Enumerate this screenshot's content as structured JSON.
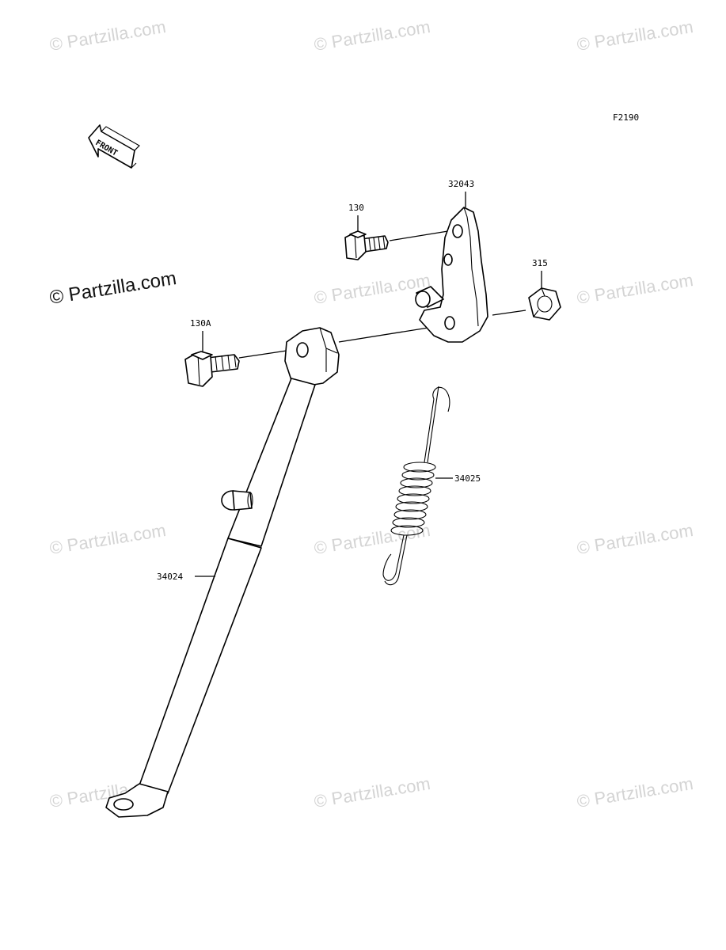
{
  "diagram": {
    "figure_code": "F2190",
    "front_label": "FRONT",
    "colors": {
      "line": "#000000",
      "watermark": "#d4d4d4",
      "background": "#ffffff"
    },
    "watermark_text": "© Partzilla.com",
    "watermark_main": "© Partzilla.com",
    "callouts": [
      {
        "id": "130",
        "label": "130"
      },
      {
        "id": "130A",
        "label": "130A"
      },
      {
        "id": "32043",
        "label": "32043"
      },
      {
        "id": "315",
        "label": "315"
      },
      {
        "id": "34025",
        "label": "34025"
      },
      {
        "id": "34024",
        "label": "34024"
      }
    ]
  }
}
